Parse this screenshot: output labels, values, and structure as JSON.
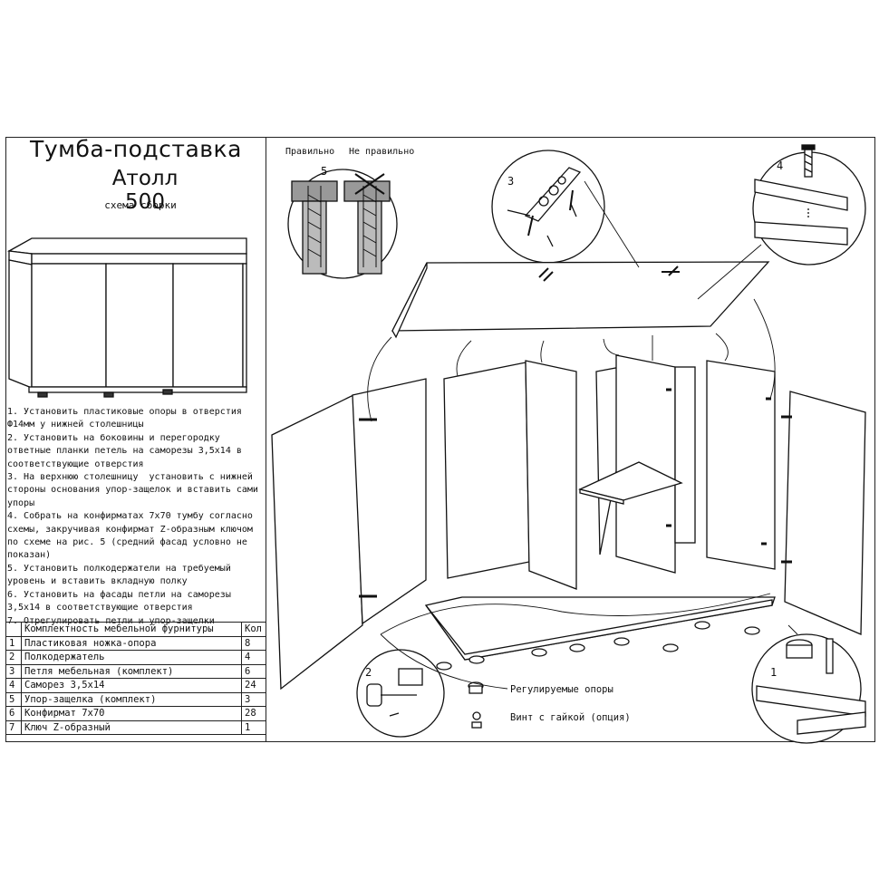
{
  "title": "Тумба-подставка",
  "subtitle": "Атолл 500",
  "scheme_label": "схема сборки",
  "steps": [
    "1. Установить пластиковые опоры в отверстия Ф14мм у нижней столешницы",
    "2. Установить на боковины и перегородку ответные планки петель на саморезы 3,5х14 в соответствующие отверстия",
    "3. На верхнюю столешницу  установить с нижней стороны основания упор-защелок и вставить сами упоры",
    "4. Собрать на конфирматах 7х70 тумбу согласно схемы, закручивая конфирмат Z-образным ключом по схеме на рис. 5 (средний фасад условно не показан)",
    "5. Установить полкодержатели на требуемый уровень и вставить вкладную полку",
    "6. Установить на фасады петли на саморезы 3,5х14 в соответствующие отверстия",
    "7. Отрегулировать петли и упор-защелки"
  ],
  "parts_table": {
    "header": {
      "name": "Комплектность мебельной фурнитуры",
      "qty": "Кол"
    },
    "rows": [
      {
        "n": "1",
        "name": "Пластиковая ножка-опора",
        "qty": "8"
      },
      {
        "n": "2",
        "name": "Полкодержатель",
        "qty": "4"
      },
      {
        "n": "3",
        "name": "Петля мебельная (комплект)",
        "qty": "6"
      },
      {
        "n": "4",
        "name": "Саморез 3,5х14",
        "qty": "24"
      },
      {
        "n": "5",
        "name": "Упор-защелка (комплект)",
        "qty": "3"
      },
      {
        "n": "6",
        "name": "Конфирмат 7х70",
        "qty": "28"
      },
      {
        "n": "7",
        "name": "Ключ Z-образный",
        "qty": "1"
      }
    ]
  },
  "detail_labels": {
    "correct": "Правильно",
    "incorrect": "Не правильно",
    "num1": "1",
    "num2": "2",
    "num3": "3",
    "num4": "4",
    "num5": "5"
  },
  "callouts": {
    "adjustable_feet": "Регулируемые опоры",
    "screw_nut": "Винт с гайкой (опция)"
  }
}
